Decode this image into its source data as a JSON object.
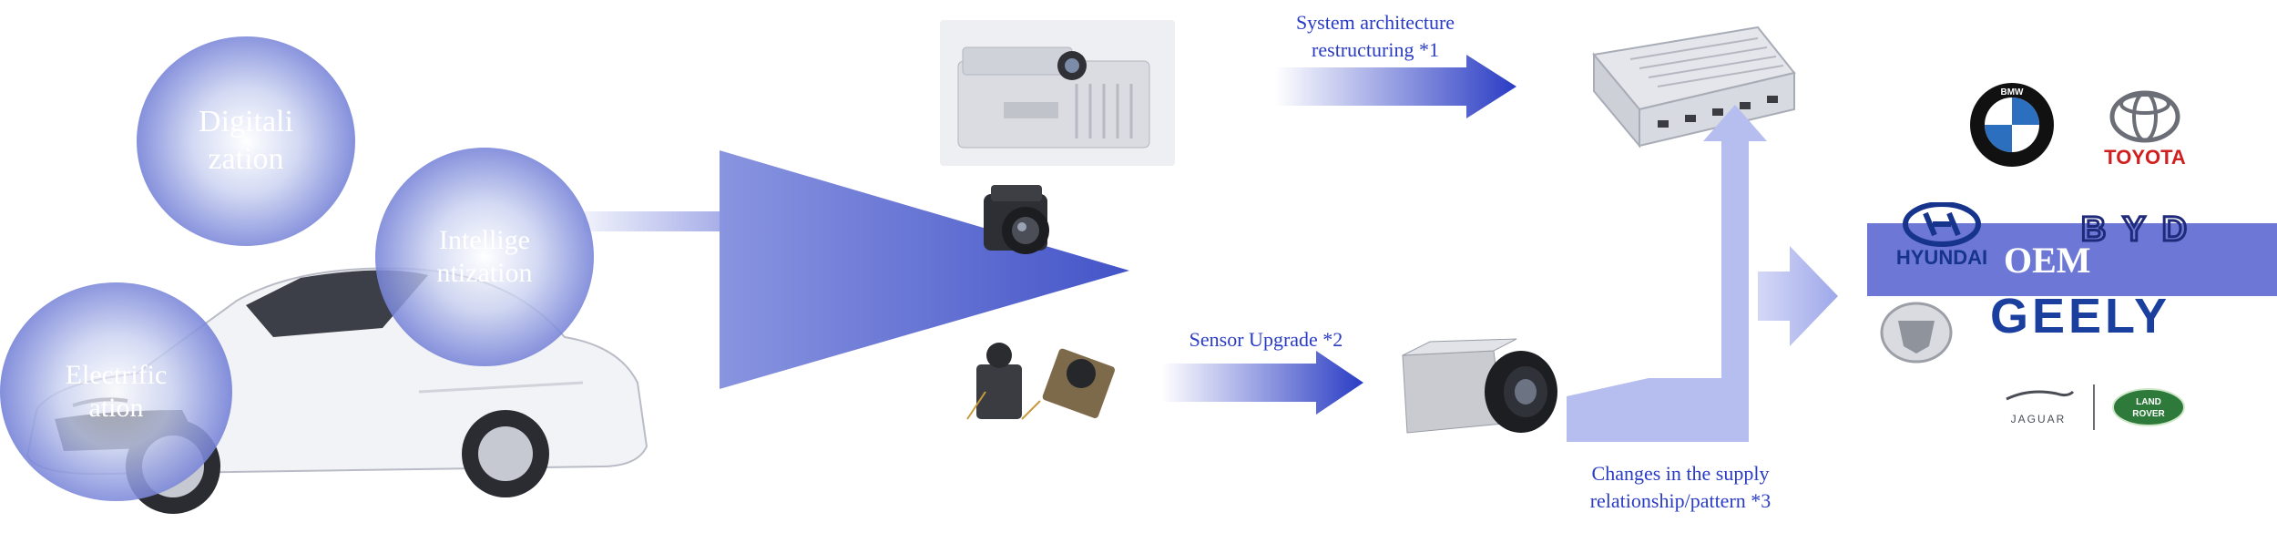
{
  "bubbles": {
    "digitalization": [
      "Digitali",
      "zation"
    ],
    "intelligentization": [
      "Intellige",
      "ntization"
    ],
    "electrification": [
      "Electrific",
      "ation"
    ]
  },
  "labels": {
    "system_architecture": [
      "System architecture",
      "restructuring *1"
    ],
    "sensor_upgrade": "Sensor Upgrade *2",
    "supply_relationship": [
      "Changes in the supply",
      "relationship/pattern *3"
    ]
  },
  "oem": {
    "band_label": "OEM",
    "logos": {
      "bmw": "BMW",
      "toyota": "TOYOTA",
      "hyundai": "HYUNDAI",
      "byd": "BYD",
      "geely": "GEELY",
      "jaguar": "JAGUAR",
      "land_rover": [
        "LAND",
        "ROVER"
      ]
    }
  },
  "colors": {
    "accent_blue": "#2a3cc4",
    "light_blue": "#b9c0ee",
    "bubble_blue": "#4050c8",
    "band_blue": "#6d78d6"
  }
}
